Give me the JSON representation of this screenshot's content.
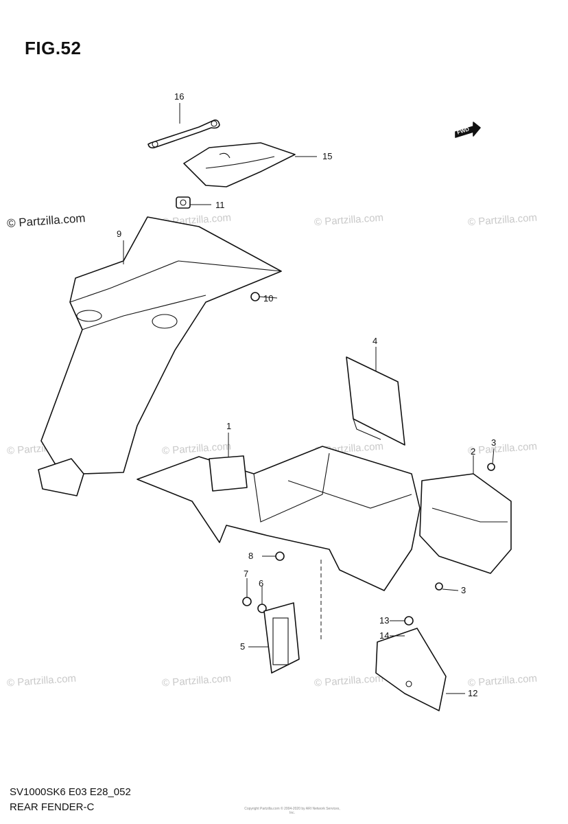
{
  "figure": {
    "title": "FIG.52"
  },
  "watermark": {
    "main": "© Partzilla.com",
    "repeat": "© Partzilla.com"
  },
  "callouts": [
    {
      "id": "16",
      "label": "16"
    },
    {
      "id": "15",
      "label": "15"
    },
    {
      "id": "11",
      "label": "11"
    },
    {
      "id": "9",
      "label": "9"
    },
    {
      "id": "10",
      "label": "10"
    },
    {
      "id": "4",
      "label": "4"
    },
    {
      "id": "1",
      "label": "1"
    },
    {
      "id": "2",
      "label": "2"
    },
    {
      "id": "3a",
      "label": "3"
    },
    {
      "id": "3b",
      "label": "3"
    },
    {
      "id": "8",
      "label": "8"
    },
    {
      "id": "7",
      "label": "7"
    },
    {
      "id": "6",
      "label": "6"
    },
    {
      "id": "5",
      "label": "5"
    },
    {
      "id": "13",
      "label": "13"
    },
    {
      "id": "14",
      "label": "14"
    },
    {
      "id": "12",
      "label": "12"
    }
  ],
  "fwd_badge": "FWD",
  "footer": {
    "code": "SV1000SK6 E03 E28_052",
    "name": "REAR FENDER-C",
    "copyright": "Copyright Partzilla.com © 2004-2020 by ARI Network Services, Inc."
  }
}
